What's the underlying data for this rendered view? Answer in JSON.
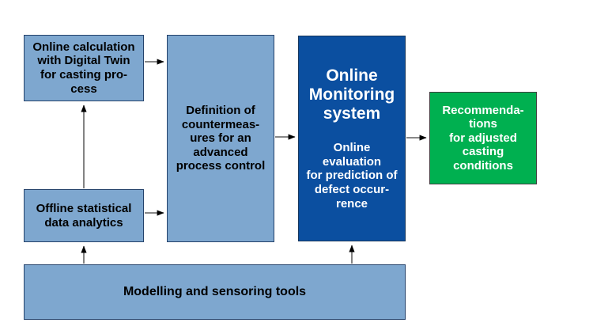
{
  "diagram": {
    "description": "Flow diagram of an online monitoring system for a casting process",
    "colors": {
      "light_blue_fill": "#7EA7CF",
      "light_blue_border": "#24426B",
      "dark_blue_fill": "#0B4FA0",
      "dark_blue_border": "#16365C",
      "green_fill": "#00B050",
      "green_border": "#404040",
      "arrow_line": "#404040",
      "text_on_light": "#000000",
      "text_on_dark": "#FFFFFF",
      "background": "#FFFFFF"
    },
    "boxes": {
      "online_calculation": {
        "label": "Online calculation\nwith Digital Twin\nfor casting pro-\ncess"
      },
      "offline_statistical": {
        "label": "Offline statistical\ndata analytics"
      },
      "countermeasures": {
        "label": "Definition of\ncountermeas-\nures for an\nadvanced\nprocess control"
      },
      "monitoring": {
        "title": "Online\nMonitoring\nsystem",
        "subtitle": "Online\nevaluation\nfor prediction of\ndefect occur-\nrence"
      },
      "recommendations": {
        "label": "Recommenda-\ntions\nfor adjusted\ncasting\nconditions"
      },
      "modelling": {
        "label": "Modelling and sensoring tools"
      }
    },
    "arrows": [
      {
        "name": "online-calc-to-countermeasures",
        "direction": "right"
      },
      {
        "name": "offline-to-countermeasures",
        "direction": "right"
      },
      {
        "name": "countermeasures-to-monitoring",
        "direction": "right"
      },
      {
        "name": "monitoring-to-recommendations",
        "direction": "right"
      },
      {
        "name": "offline-to-online-calc",
        "direction": "up"
      },
      {
        "name": "modelling-to-offline",
        "direction": "up"
      },
      {
        "name": "modelling-to-monitoring",
        "direction": "up"
      }
    ]
  }
}
